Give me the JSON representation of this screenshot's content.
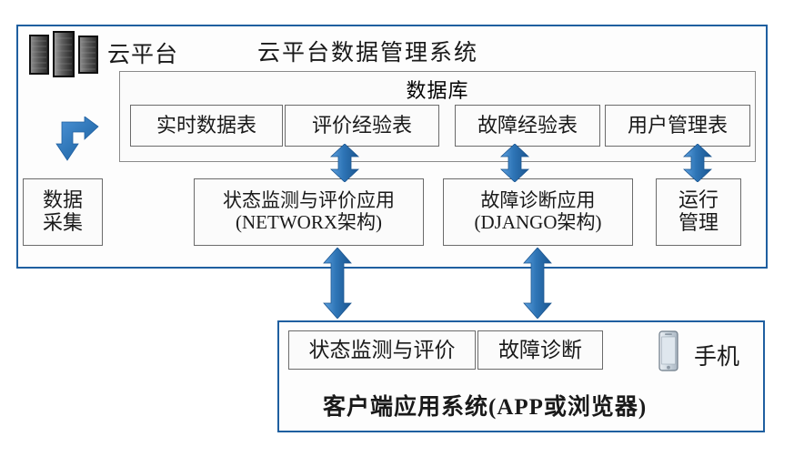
{
  "diagram": {
    "title": "云平台数据管理系统",
    "cloud_label": "云平台",
    "accent_color": "#1F5FA0",
    "arrow_color": "#2E75B6",
    "box_border_color": "#6b6b6b"
  },
  "cloud_platform": {
    "title": "云平台数据管理系统",
    "side_label": "云平台",
    "icon": "server-rack-icon",
    "database": {
      "title": "数据库",
      "tables": [
        {
          "label": "实时数据表"
        },
        {
          "label": "评价经验表"
        },
        {
          "label": "故障经验表"
        },
        {
          "label": "用户管理表"
        }
      ]
    },
    "applications": [
      {
        "label": "状态监测与评价应用(NETWORX架构)"
      },
      {
        "label": "故障诊断应用(DJANGO架构)"
      },
      {
        "label": "运行管理"
      }
    ],
    "data_acquisition": {
      "label": "数据采集"
    }
  },
  "client_system": {
    "title": "客户端应用系统(APP或浏览器)",
    "modules": [
      {
        "label": "状态监测与评价"
      },
      {
        "label": "故障诊断"
      }
    ],
    "device": {
      "label": "手机",
      "icon": "smartphone-icon"
    }
  },
  "connectors": [
    {
      "name": "acquisition-to-cloud",
      "type": "curved-arrow",
      "direction": "up-right-down"
    },
    {
      "name": "db-eval-to-monitor-app",
      "type": "double-arrow",
      "direction": "vertical"
    },
    {
      "name": "db-fault-to-diagnosis-app",
      "type": "double-arrow",
      "direction": "vertical"
    },
    {
      "name": "db-user-to-operation-mgmt",
      "type": "double-arrow",
      "direction": "vertical"
    },
    {
      "name": "monitor-app-to-client",
      "type": "double-arrow",
      "direction": "vertical"
    },
    {
      "name": "diagnosis-app-to-client",
      "type": "double-arrow",
      "direction": "vertical"
    }
  ]
}
